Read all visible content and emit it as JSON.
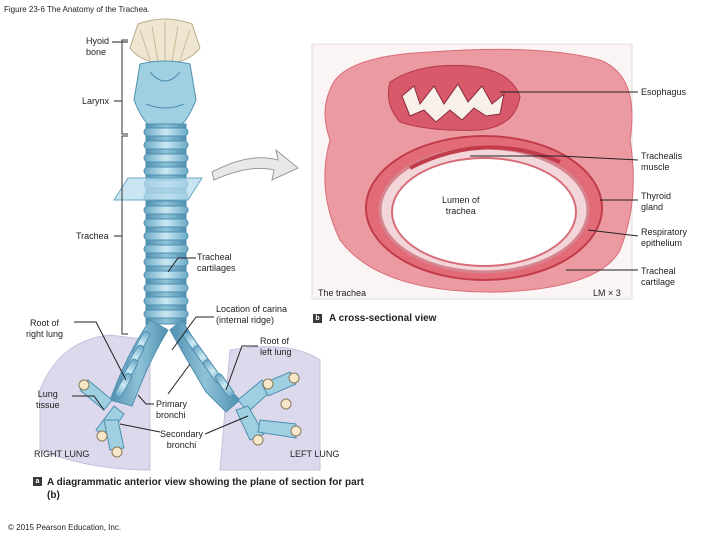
{
  "figure_title": "Figure 23-6 The Anatomy of the Trachea.",
  "labels": {
    "hyoid_bone": "Hyoid\nbone",
    "larynx": "Larynx",
    "trachea": "Trachea",
    "tracheal_cartilages": "Tracheal\ncartilages",
    "location_carina": "Location of carina\n(internal ridge)",
    "root_right_lung": "Root of\nright lung",
    "root_left_lung": "Root of\nleft lung",
    "lung_tissue": "Lung\ntissue",
    "primary_bronchi": "Primary\nbronchi",
    "secondary_bronchi": "Secondary\nbronchi",
    "right_lung": "RIGHT LUNG",
    "left_lung": "LEFT LUNG",
    "esophagus": "Esophagus",
    "trachealis_muscle": "Trachealis\nmuscle",
    "lumen_of_trachea": "Lumen of\ntrachea",
    "thyroid_gland": "Thyroid\ngland",
    "respiratory_epithelium": "Respiratory\nepithelium",
    "tracheal_cartilage": "Tracheal\ncartilage",
    "the_trachea": "The trachea",
    "magnification": "LM × 3"
  },
  "captions": {
    "a_letter": "a",
    "a_text": "A diagrammatic anterior view showing the plane of section for part (b)",
    "b_letter": "b",
    "b_text": "A cross-sectional view"
  },
  "copyright": "© 2015 Pearson Education, Inc.",
  "colors": {
    "cartilage_blue": "#a9d6e6",
    "cartilage_dark": "#4f8fb0",
    "tissue_pink": "#e47d86",
    "tissue_red": "#c83c4a",
    "bone": "#efe6d2",
    "lung_lilac": "#d9d6ea"
  }
}
